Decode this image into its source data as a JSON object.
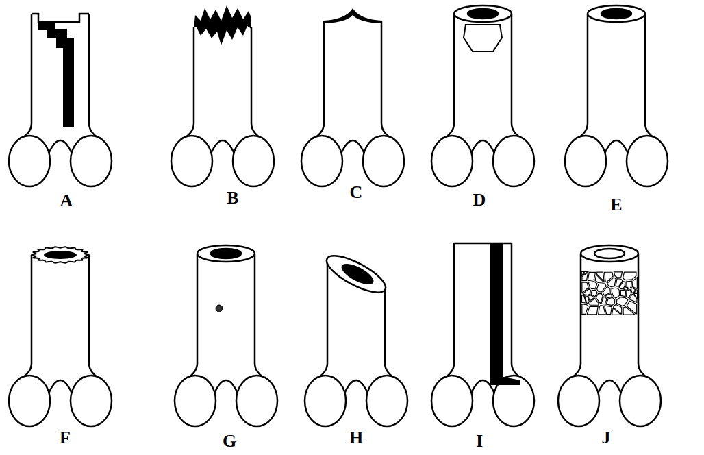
{
  "diagram": {
    "labels": [
      "A",
      "B",
      "C",
      "D",
      "E",
      "F",
      "G",
      "H",
      "I",
      "J"
    ]
  }
}
